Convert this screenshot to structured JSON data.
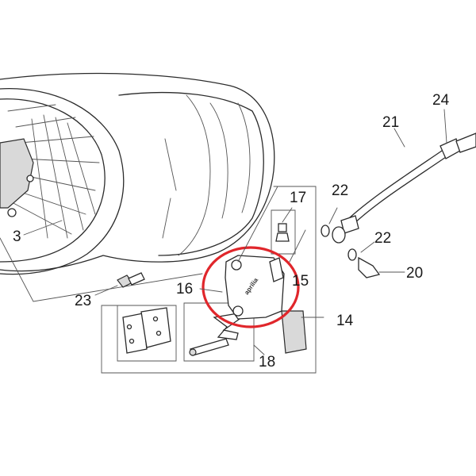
{
  "diagram": {
    "highlight_color": "#e0262b",
    "line_color": "#2b2b2b",
    "brand_mark": "aprilia",
    "callouts": [
      {
        "id": "c3",
        "label": "3"
      },
      {
        "id": "c14",
        "label": "14"
      },
      {
        "id": "c15",
        "label": "15"
      },
      {
        "id": "c16",
        "label": "16"
      },
      {
        "id": "c17",
        "label": "17"
      },
      {
        "id": "c18",
        "label": "18"
      },
      {
        "id": "c20",
        "label": "20"
      },
      {
        "id": "c21",
        "label": "21"
      },
      {
        "id": "c22a",
        "label": "22"
      },
      {
        "id": "c22b",
        "label": "22"
      },
      {
        "id": "c23",
        "label": "23"
      },
      {
        "id": "c24",
        "label": "24"
      }
    ]
  }
}
